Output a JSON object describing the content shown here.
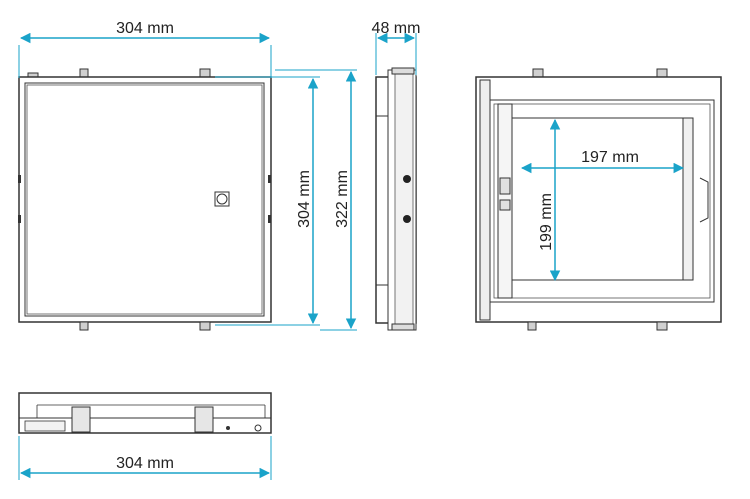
{
  "dimensions": {
    "front_width": "304 mm",
    "front_height": "304 mm",
    "overall_height": "322 mm",
    "depth": "48 mm",
    "opening_width": "197 mm",
    "opening_height": "199 mm",
    "bottom_width": "304 mm"
  },
  "colors": {
    "dimension_line": "#1aa3c9",
    "outline": "#333333",
    "panel_fill": "#e9e9e9"
  }
}
